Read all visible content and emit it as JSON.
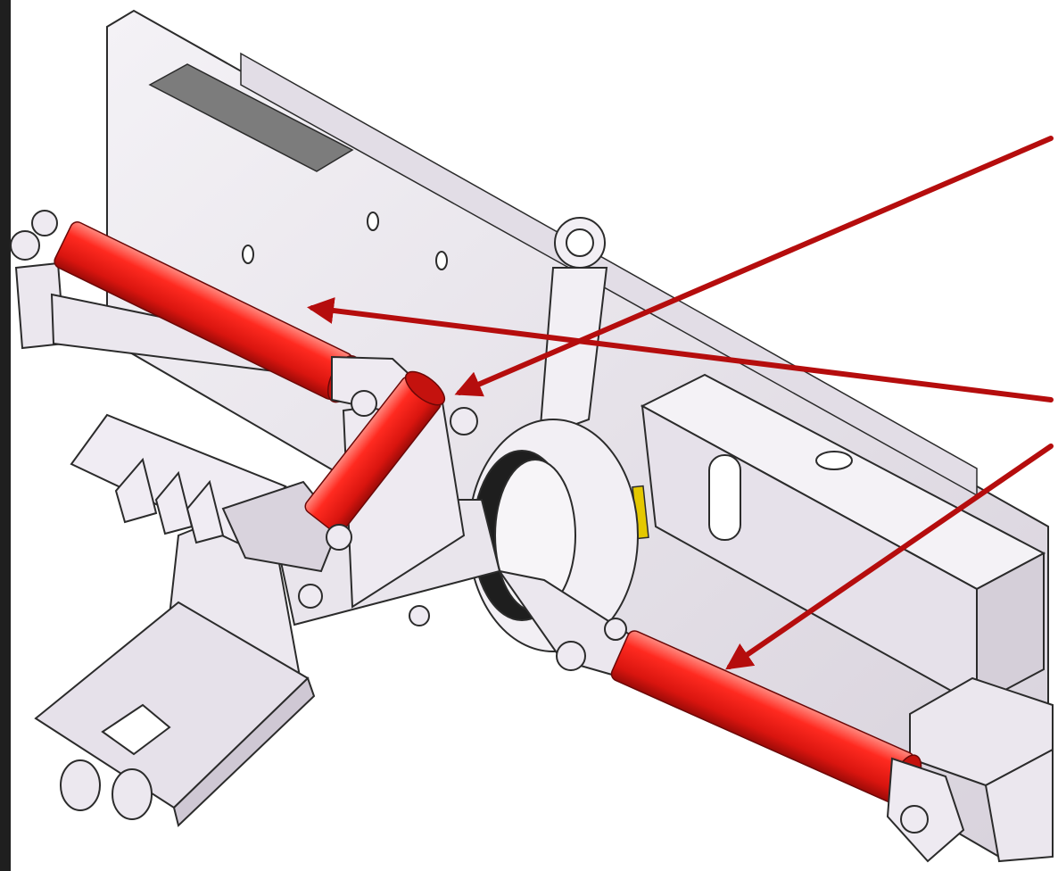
{
  "figure": {
    "subject": "hydraulic-implement-assembly",
    "colors": {
      "background": "#ffffff",
      "metal_light": "#ece9ee",
      "metal_mid": "#d9d4dc",
      "metal_shadow": "#b9b3bd",
      "outline": "#2b2b2b",
      "cylinder": "#e8211b",
      "cylinder_highlight": "#ff7a70",
      "cylinder_shadow": "#a80d0a",
      "arrow": "#b50d0d",
      "plate": "#7c7c7c",
      "accent_yellow": "#e4c800",
      "frame": "#1f1f1f"
    },
    "callouts": [
      {
        "id": "cylinder-upper-left",
        "label": ""
      },
      {
        "id": "cylinder-center",
        "label": ""
      },
      {
        "id": "cylinder-lower-right",
        "label": ""
      }
    ]
  }
}
